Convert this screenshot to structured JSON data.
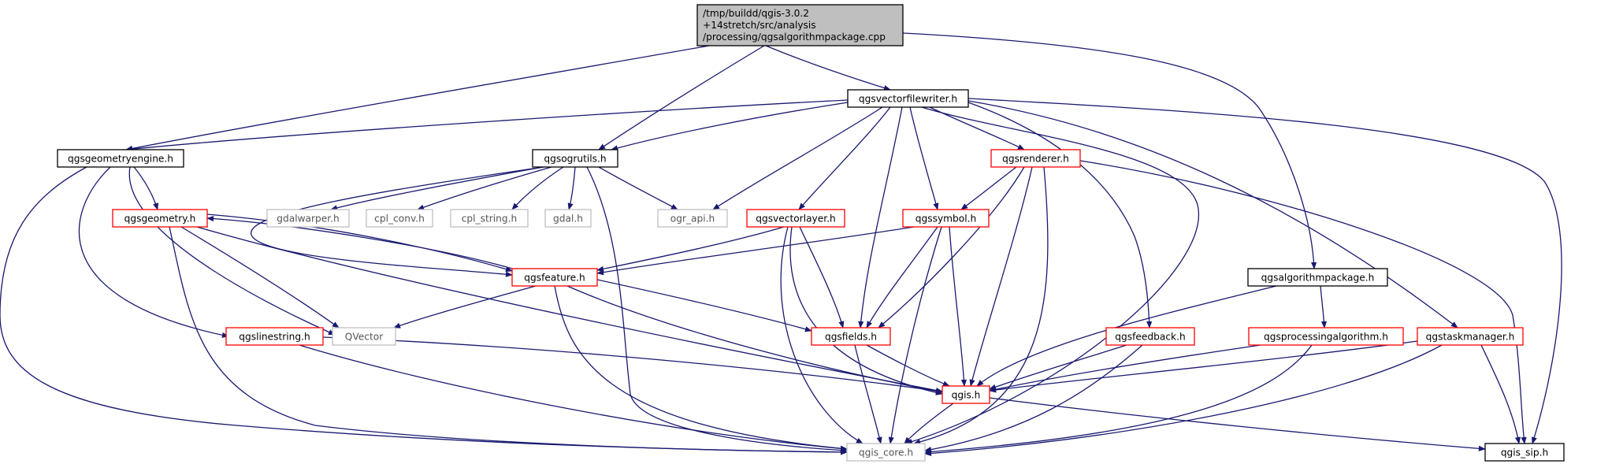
{
  "colors": {
    "edge": "#191970",
    "root_fill": "#bfbfbf",
    "node_border_documented": "#000000",
    "node_border_incomplete": "#ff0000",
    "node_border_external": "#bfbfbf"
  },
  "graph": {
    "nodes": [
      {
        "id": "root",
        "lines": [
          "/tmp/buildd/qgis-3.0.2",
          "+14stretch/src/analysis",
          "/processing/qgsalgorithmpackage.cpp"
        ],
        "kind": "root"
      },
      {
        "id": "qgsvectorfilewriter",
        "lines": [
          "qgsvectorfilewriter.h"
        ],
        "kind": "documented"
      },
      {
        "id": "qgsgeometryengine",
        "lines": [
          "qgsgeometryengine.h"
        ],
        "kind": "documented"
      },
      {
        "id": "qgsogrutils",
        "lines": [
          "qgsogrutils.h"
        ],
        "kind": "documented"
      },
      {
        "id": "qgsrenderer",
        "lines": [
          "qgsrenderer.h"
        ],
        "kind": "incomplete"
      },
      {
        "id": "qgsgeometry",
        "lines": [
          "qgsgeometry.h"
        ],
        "kind": "incomplete"
      },
      {
        "id": "gdalwarper",
        "lines": [
          "gdalwarper.h"
        ],
        "kind": "external"
      },
      {
        "id": "cpl_conv",
        "lines": [
          "cpl_conv.h"
        ],
        "kind": "external"
      },
      {
        "id": "cpl_string",
        "lines": [
          "cpl_string.h"
        ],
        "kind": "external"
      },
      {
        "id": "gdal",
        "lines": [
          "gdal.h"
        ],
        "kind": "external"
      },
      {
        "id": "ogr_api",
        "lines": [
          "ogr_api.h"
        ],
        "kind": "external"
      },
      {
        "id": "qgsvectorlayer",
        "lines": [
          "qgsvectorlayer.h"
        ],
        "kind": "incomplete"
      },
      {
        "id": "qgssymbol",
        "lines": [
          "qgssymbol.h"
        ],
        "kind": "incomplete"
      },
      {
        "id": "qgsfeature",
        "lines": [
          "qgsfeature.h"
        ],
        "kind": "incomplete"
      },
      {
        "id": "qgsalgorithmpackage",
        "lines": [
          "qgsalgorithmpackage.h"
        ],
        "kind": "documented"
      },
      {
        "id": "qgslinestring",
        "lines": [
          "qgslinestring.h"
        ],
        "kind": "incomplete"
      },
      {
        "id": "qvector",
        "lines": [
          "QVector"
        ],
        "kind": "external"
      },
      {
        "id": "qgsfields",
        "lines": [
          "qgsfields.h"
        ],
        "kind": "incomplete"
      },
      {
        "id": "qgsfeedback",
        "lines": [
          "qgsfeedback.h"
        ],
        "kind": "incomplete"
      },
      {
        "id": "qgsprocessingalgorithm",
        "lines": [
          "qgsprocessingalgorithm.h"
        ],
        "kind": "incomplete"
      },
      {
        "id": "qgstaskmanager",
        "lines": [
          "qgstaskmanager.h"
        ],
        "kind": "incomplete"
      },
      {
        "id": "qgis",
        "lines": [
          "qgis.h"
        ],
        "kind": "incomplete"
      },
      {
        "id": "qgis_core",
        "lines": [
          "qgis_core.h"
        ],
        "kind": "external"
      },
      {
        "id": "qgis_sip",
        "lines": [
          "qgis_sip.h"
        ],
        "kind": "documented"
      }
    ],
    "edges": [
      [
        "root",
        "qgsvectorfilewriter"
      ],
      [
        "root",
        "qgsgeometryengine"
      ],
      [
        "root",
        "qgsogrutils"
      ],
      [
        "root",
        "qgsalgorithmpackage"
      ],
      [
        "qgsvectorfilewriter",
        "qgsgeometryengine"
      ],
      [
        "qgsvectorfilewriter",
        "qgsogrutils"
      ],
      [
        "qgsvectorfilewriter",
        "ogr_api"
      ],
      [
        "qgsvectorfilewriter",
        "qgsvectorlayer"
      ],
      [
        "qgsvectorfilewriter",
        "qgsfields"
      ],
      [
        "qgsvectorfilewriter",
        "qgssymbol"
      ],
      [
        "qgsvectorfilewriter",
        "qgsrenderer"
      ],
      [
        "qgsvectorfilewriter",
        "qgsfeedback"
      ],
      [
        "qgsvectorfilewriter",
        "qgis_core"
      ],
      [
        "qgsvectorfilewriter",
        "qgstaskmanager"
      ],
      [
        "qgsvectorfilewriter",
        "qgis_sip"
      ],
      [
        "qgsgeometryengine",
        "qgsgeometry"
      ],
      [
        "qgsgeometryengine",
        "qgslinestring"
      ],
      [
        "qgsgeometryengine",
        "qvector"
      ],
      [
        "qgsgeometryengine",
        "qgis_core"
      ],
      [
        "qgsogrutils",
        "qgsfeature"
      ],
      [
        "qgsogrutils",
        "gdalwarper"
      ],
      [
        "qgsogrutils",
        "cpl_conv"
      ],
      [
        "qgsogrutils",
        "cpl_string"
      ],
      [
        "qgsogrutils",
        "gdal"
      ],
      [
        "qgsogrutils",
        "ogr_api"
      ],
      [
        "qgsogrutils",
        "qgis_core"
      ],
      [
        "qgsgeometry",
        "qgsfeature"
      ],
      [
        "qgsgeometry",
        "qvector"
      ],
      [
        "qgsgeometry",
        "qgis"
      ],
      [
        "qgsgeometry",
        "qgis_core"
      ],
      [
        "qgsfeature",
        "qgsgeometry"
      ],
      [
        "qgsfeature",
        "qvector"
      ],
      [
        "qgsfeature",
        "qgsfields"
      ],
      [
        "qgsfeature",
        "qgis"
      ],
      [
        "qgsfeature",
        "qgis_core"
      ],
      [
        "qgsvectorlayer",
        "qgsfeature"
      ],
      [
        "qgsvectorlayer",
        "qgsfields"
      ],
      [
        "qgsvectorlayer",
        "qgis"
      ],
      [
        "qgsvectorlayer",
        "qgis_core"
      ],
      [
        "qgssymbol",
        "qgsfeature"
      ],
      [
        "qgssymbol",
        "qgsfields"
      ],
      [
        "qgssymbol",
        "qgis"
      ],
      [
        "qgssymbol",
        "qgis_core"
      ],
      [
        "qgsrenderer",
        "qgssymbol"
      ],
      [
        "qgsrenderer",
        "qgsfields"
      ],
      [
        "qgsrenderer",
        "qgis"
      ],
      [
        "qgsrenderer",
        "qgis_core"
      ],
      [
        "qgsrenderer",
        "qgis_sip"
      ],
      [
        "qgsfields",
        "qgis"
      ],
      [
        "qgsfields",
        "qgis_core"
      ],
      [
        "qgslinestring",
        "qgis"
      ],
      [
        "qgslinestring",
        "qgis_core"
      ],
      [
        "qgsfeedback",
        "qgis"
      ],
      [
        "qgsfeedback",
        "qgis_core"
      ],
      [
        "qgsalgorithmpackage",
        "qgsprocessingalgorithm"
      ],
      [
        "qgsalgorithmpackage",
        "qgis"
      ],
      [
        "qgsprocessingalgorithm",
        "qgis"
      ],
      [
        "qgsprocessingalgorithm",
        "qgis_core"
      ],
      [
        "qgstaskmanager",
        "qgis"
      ],
      [
        "qgstaskmanager",
        "qgis_core"
      ],
      [
        "qgstaskmanager",
        "qgis_sip"
      ],
      [
        "qgis",
        "qgis_core"
      ],
      [
        "qgis",
        "qgis_sip"
      ]
    ]
  }
}
